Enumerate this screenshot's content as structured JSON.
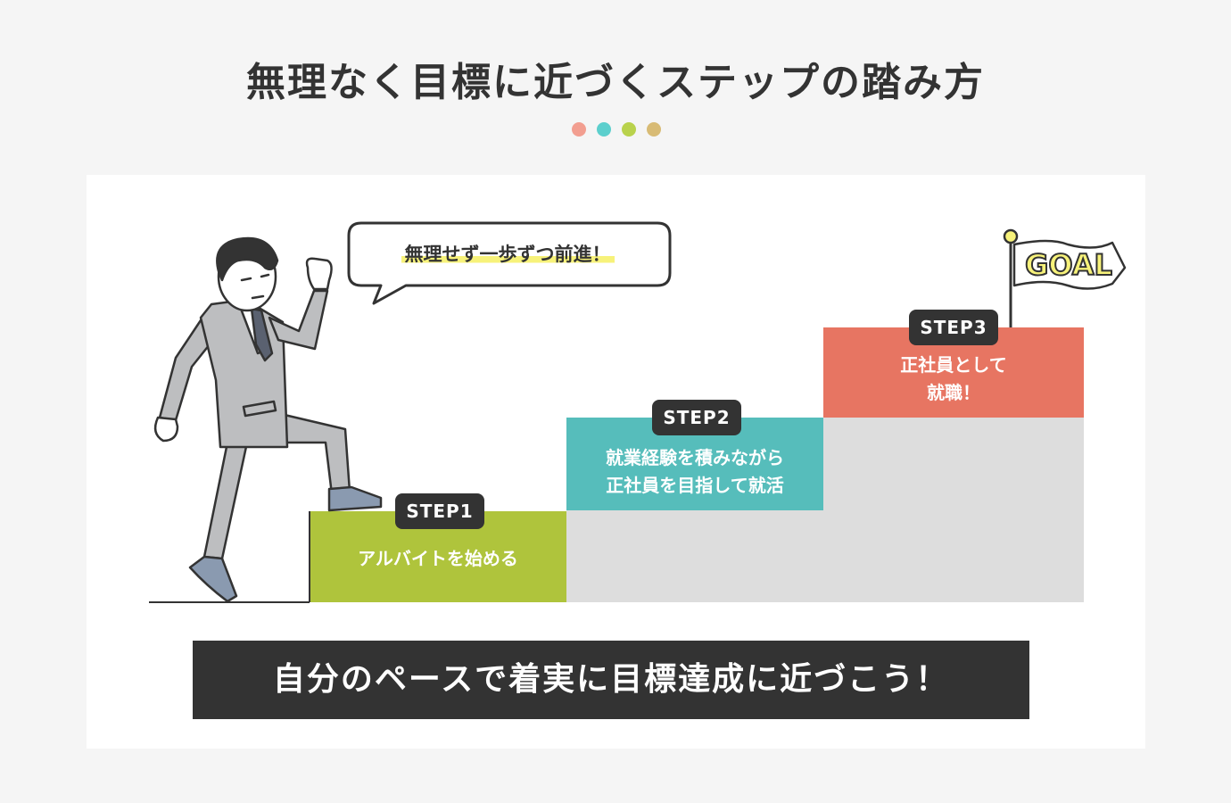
{
  "title": "無理なく目標に近づくステップの踏み方",
  "dots": {
    "colors": [
      "#f29e90",
      "#5ccfcd",
      "#b9d24c",
      "#d8bb75"
    ]
  },
  "speech_bubble": "無理せず一歩ずつ前進！",
  "goal_flag": "GOAL",
  "steps": [
    {
      "badge": "STEP1",
      "lines": [
        "アルバイトを始める"
      ],
      "color": "#afc43c"
    },
    {
      "badge": "STEP2",
      "lines": [
        "就業経験を積みながら",
        "正社員を目指して就活"
      ],
      "color": "#56bdbb"
    },
    {
      "badge": "STEP3",
      "lines": [
        "正社員として",
        "就職！"
      ],
      "color": "#e77562"
    }
  ],
  "banner": "自分のペースで着実に目標達成に近づこう！"
}
